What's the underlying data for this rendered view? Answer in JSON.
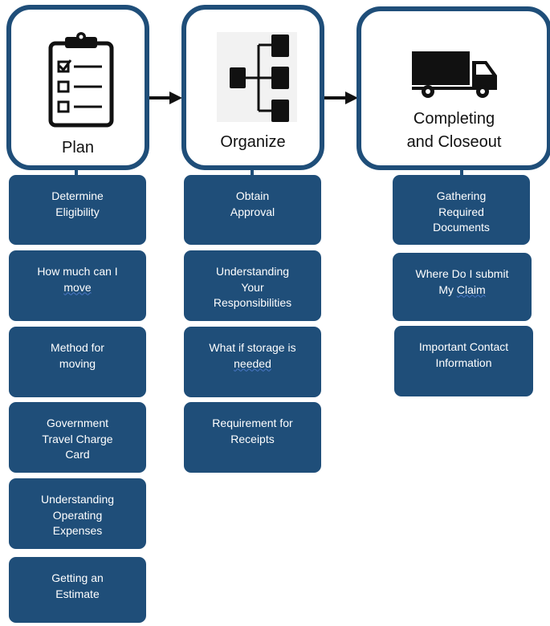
{
  "colors": {
    "accent": "#1f4e79",
    "card_text": "#ffffff",
    "title_text": "#111111"
  },
  "phases": [
    {
      "title": "Plan",
      "icon": "clipboard-checklist-icon",
      "items": [
        {
          "text": "Determine\nEligibility"
        },
        {
          "text": "How much can I\n",
          "underlined": "move"
        },
        {
          "text": "Method for\nmoving"
        },
        {
          "text": "Government\nTravel Charge\nCard"
        },
        {
          "text": "Understanding\nOperating\nExpenses"
        },
        {
          "text": "Getting an\nEstimate"
        }
      ]
    },
    {
      "title": "Organize",
      "icon": "org-chart-icon",
      "items": [
        {
          "text": "Obtain\nApproval"
        },
        {
          "text": "Understanding\nYour\nResponsibilities"
        },
        {
          "text": "What if storage is\n",
          "underlined": "needed"
        },
        {
          "text": "Requirement for\nReceipts"
        }
      ]
    },
    {
      "title": "Completing\nand Closeout",
      "icon": "moving-truck-icon",
      "items": [
        {
          "text": "Gathering\nRequired\nDocuments"
        },
        {
          "text": "Where Do I submit\nMy ",
          "underlined": "Claim"
        },
        {
          "text": "Important Contact\nInformation"
        }
      ]
    }
  ]
}
